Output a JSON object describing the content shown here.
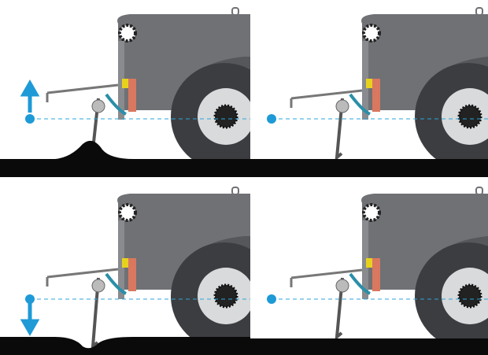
{
  "colors": {
    "tank": "#6f7175",
    "tank_dark": "#55575b",
    "tyre": "#3c3d40",
    "hub": "#d9dadc",
    "ground": "#0a0a0a",
    "guide_line": "#2aa7d8",
    "arrow": "#1e9ad6",
    "hydraulic": "#2b8fa8",
    "bracket_yellow": "#e6d21c",
    "bracket_red": "#d9785f"
  },
  "panels": [
    {
      "id": "top-left",
      "arrow_icon": "arrow-up-icon",
      "ground": "bump"
    },
    {
      "id": "top-right",
      "arrow_icon": "none",
      "ground": "flat"
    },
    {
      "id": "bottom-left",
      "arrow_icon": "arrow-down-icon",
      "ground": "dip"
    },
    {
      "id": "bottom-right",
      "arrow_icon": "none",
      "ground": "flat"
    }
  ]
}
